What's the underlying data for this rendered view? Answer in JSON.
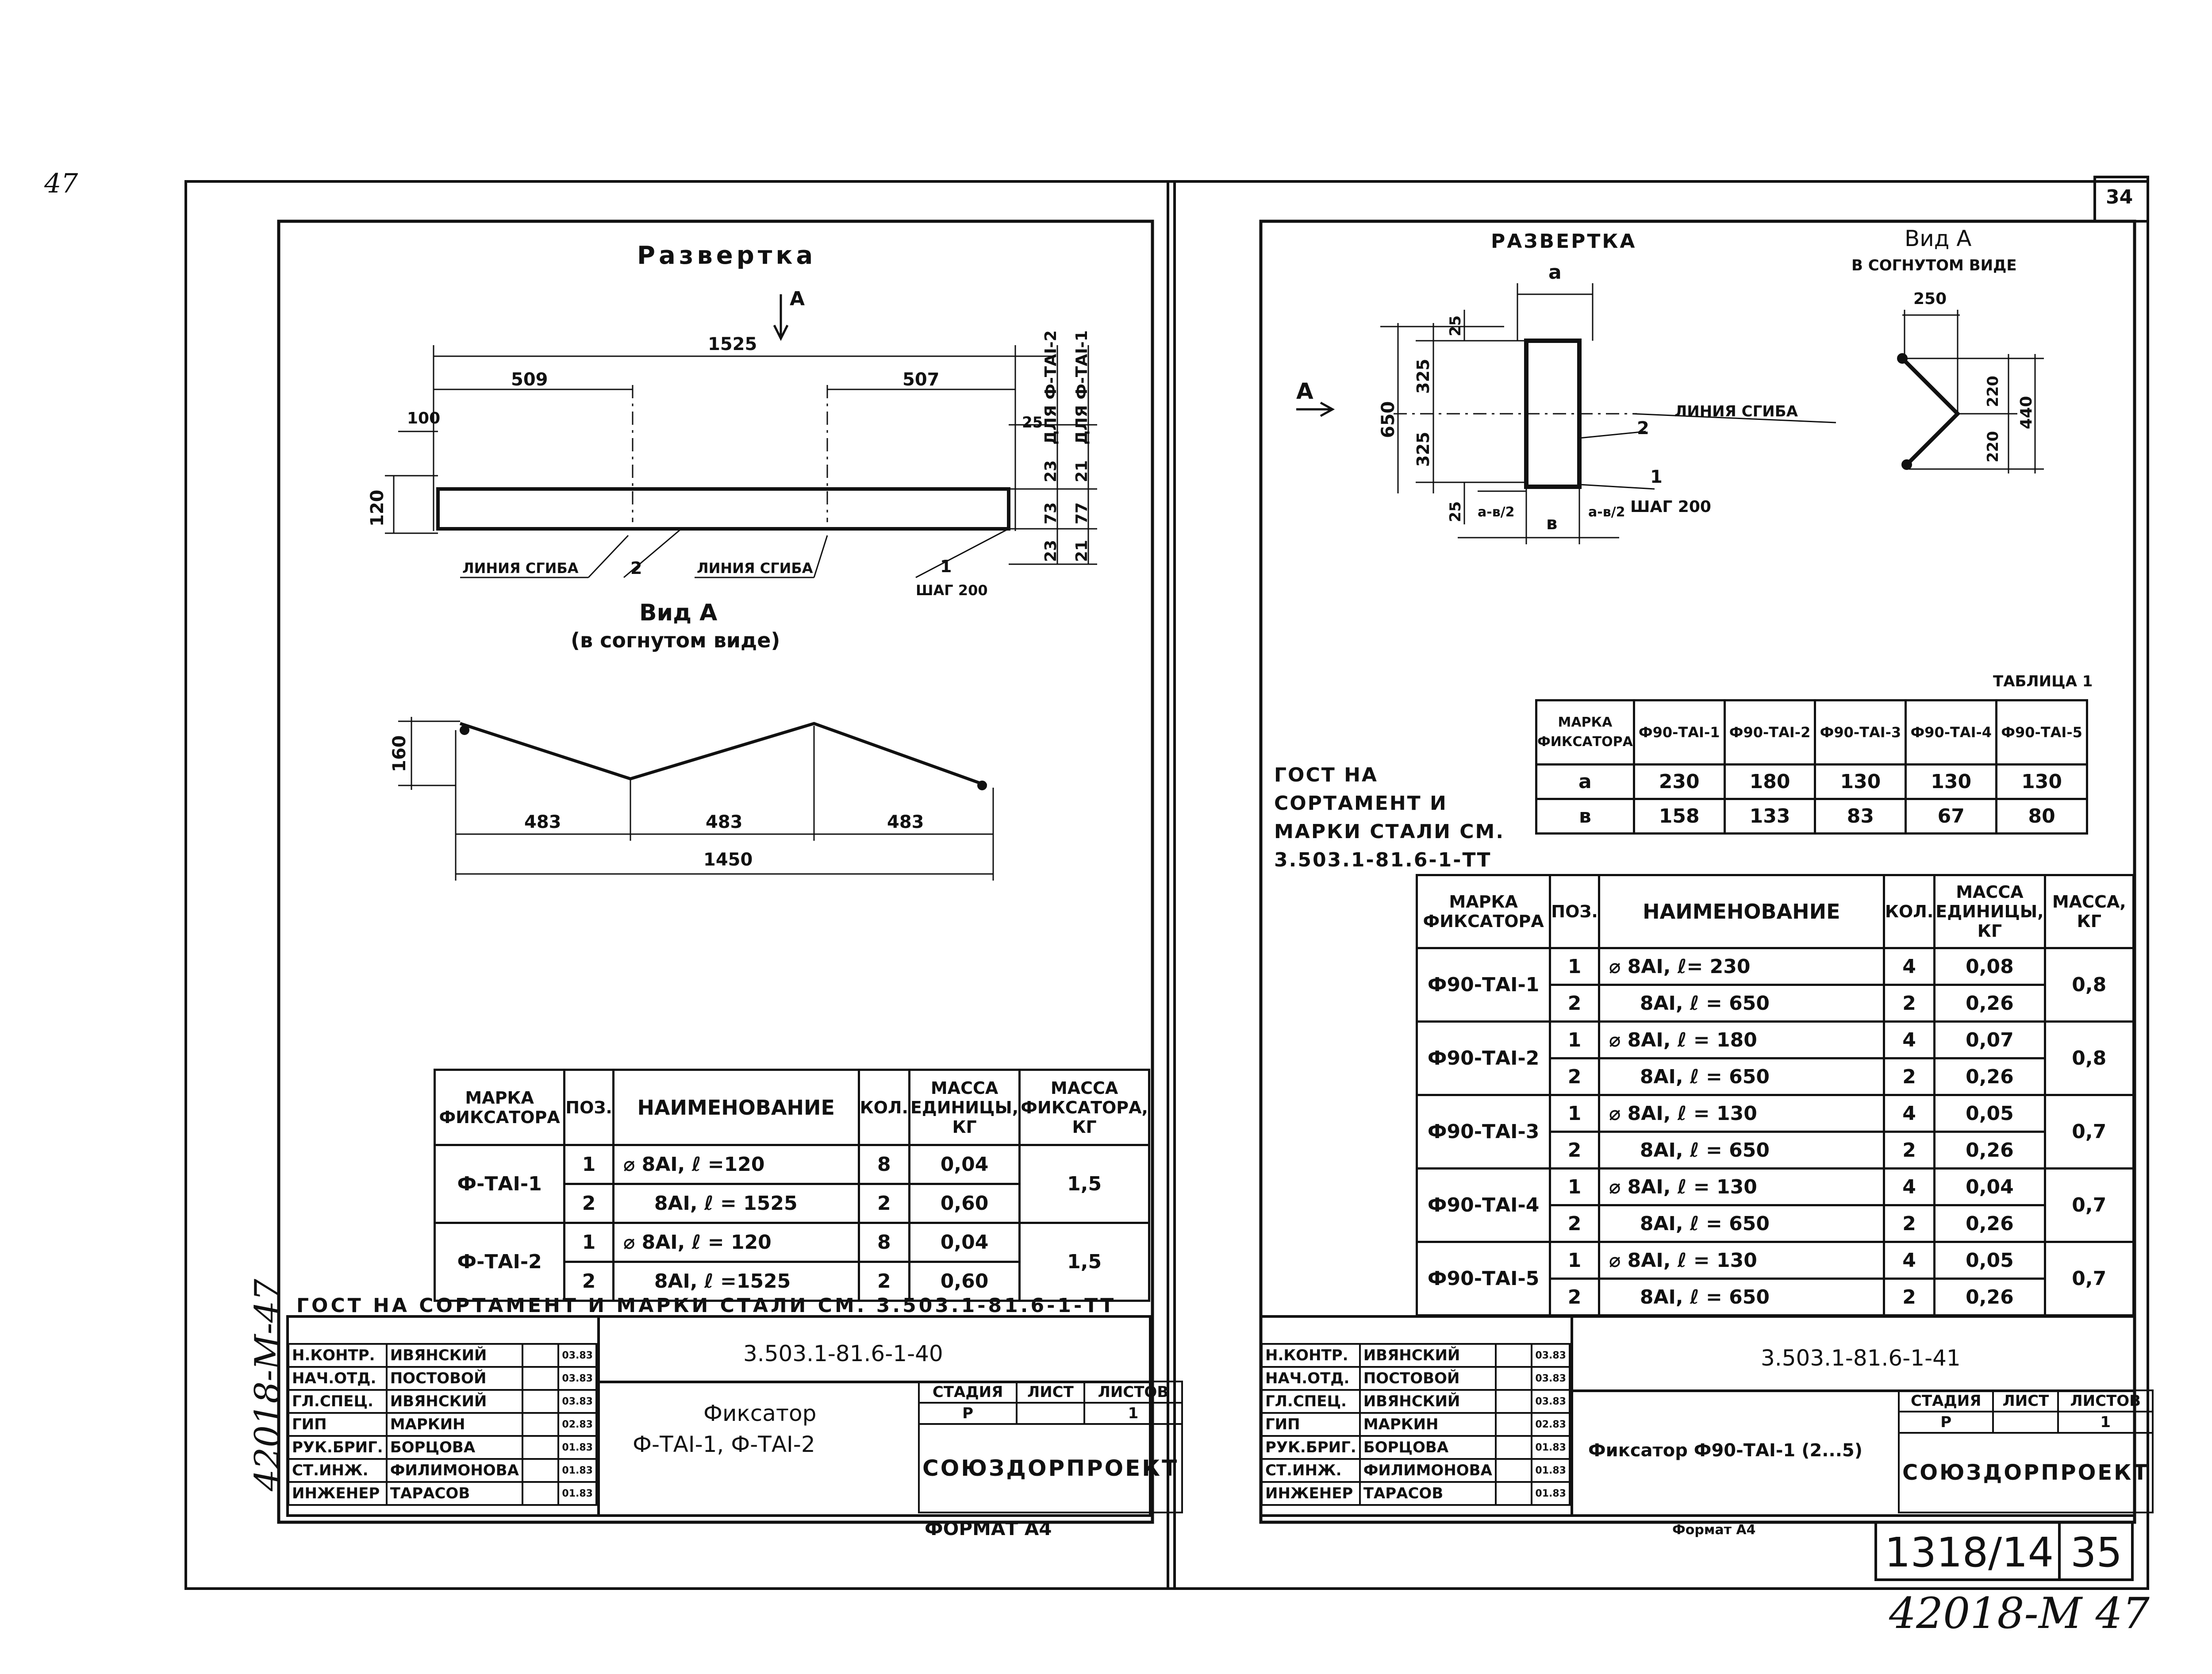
{
  "sheet_corner_note": "47",
  "left_sheet": {
    "title_razvertka": "Развертка",
    "view_marker": "А",
    "dims": {
      "total": "1525",
      "left": "509",
      "right": "507",
      "d100": "100",
      "d120": "120",
      "d25": "25",
      "d23a": "23",
      "d21a": "21",
      "d73": "73",
      "d77": "77",
      "d23b": "23",
      "d21b": "21",
      "for_ft2": "ДЛЯ Ф-ТАI-2",
      "for_ft1": "ДЛЯ Ф-ТАI-1"
    },
    "labels": {
      "bend1": "ЛИНИЯ СГИБА",
      "pos2": "2",
      "bend2": "ЛИНИЯ СГИБА",
      "pos1": "1",
      "step": "ШАГ 200"
    },
    "view_title": "Вид А",
    "view_subtitle": "(в согнутом виде)",
    "bent_dims": {
      "h160": "160",
      "s1": "483",
      "s2": "483",
      "s3": "483",
      "total": "1450"
    },
    "table_header": [
      "МАРКА ФИКСАТОРА",
      "ПОЗ.",
      "НАИМЕНОВАНИЕ",
      "КОЛ.",
      "МАССА ЕДИНИЦЫ, КГ",
      "МАССА ФИКСАТОРА, КГ"
    ],
    "table_rows": [
      {
        "mark": "Ф-ТАI-1",
        "pos": "1",
        "name": "⌀ 8АI, ℓ =120",
        "qty": "8",
        "unit": "0,04",
        "mass": "1,5"
      },
      {
        "pos": "2",
        "name": "8АI, ℓ = 1525",
        "qty": "2",
        "unit": "0,60"
      },
      {
        "mark": "Ф-ТАI-2",
        "pos": "1",
        "name": "⌀ 8АI, ℓ = 120",
        "qty": "8",
        "unit": "0,04",
        "mass": "1,5"
      },
      {
        "pos": "2",
        "name": "8АI, ℓ =1525",
        "qty": "2",
        "unit": "0,60"
      }
    ],
    "gost_note": "ГОСТ НА СОРТАМЕНТ И МАРКИ СТАЛИ СМ. 3.503.1-81.6-1-ТТ",
    "stamp": {
      "code": "3.503.1-81.6-1-40",
      "roles": [
        "Н.КОНТР.",
        "НАЧ.ОТД.",
        "ГЛ.СПЕЦ.",
        "ГИП",
        "РУК.БРИГ.",
        "СТ.ИНЖ.",
        "ИНЖЕНЕР"
      ],
      "names": [
        "ИВЯНСКИЙ",
        "ПОСТОВОЙ",
        "ИВЯНСКИЙ",
        "МАРКИН",
        "БОРЦОВА",
        "ФИЛИМОНОВА",
        "ТАРАСОВ"
      ],
      "dates": [
        "03.83",
        "03.83",
        "03.83",
        "02.83",
        "01.83",
        "01.83",
        "01.83"
      ],
      "title_line1": "Фиксатор",
      "title_line2": "Ф-ТАI-1, Ф-ТАI-2",
      "stage_h": "СТАДИЯ",
      "sheet_h": "ЛИСТ",
      "sheets_h": "ЛИСТОВ",
      "stage": "Р",
      "sheet": "",
      "sheets": "1",
      "org": "СОЮЗДОРПРОЕКТ"
    },
    "format": "ФОРМАТ А4",
    "side_stamp": "42018-М-47"
  },
  "right_sheet": {
    "sheet_number": "34",
    "title_razvertka": "РАЗВЕРТКА",
    "view_title": "Вид А",
    "view_subtitle": "В СОГНУТОМ ВИДЕ",
    "dims": {
      "a": "а",
      "d25t": "25",
      "d325a": "325",
      "d325b": "325",
      "d650": "650",
      "d25b": "25",
      "ab2l": "а-в/2",
      "b": "в",
      "ab2r": "а-в/2",
      "view_A": "А",
      "d250": "250",
      "d220a": "220",
      "d220b": "220",
      "d440": "440"
    },
    "labels": {
      "bend": "ЛИНИЯ СГИБА",
      "pos2": "2",
      "pos1": "1",
      "step": "ШАГ 200"
    },
    "gost_note": "ГОСТ НА СОРТАМЕНТ И МАРКИ СТАЛИ СМ. 3.503.1-81.6-1-ТТ",
    "table1_caption": "ТАБЛИЦА 1",
    "table1_header": [
      "МАРКА ФИКСАТОРА",
      "Ф90-ТАI-1",
      "Ф90-ТАI-2",
      "Ф90-ТАI-3",
      "Ф90-ТАI-4",
      "Ф90-ТАI-5"
    ],
    "table1_rows": [
      {
        "label": "а",
        "values": [
          "230",
          "180",
          "130",
          "130",
          "130"
        ]
      },
      {
        "label": "в",
        "values": [
          "158",
          "133",
          "83",
          "67",
          "80"
        ]
      }
    ],
    "table_header": [
      "МАРКА ФИКСАТОРА",
      "ПОЗ.",
      "НАИМЕНОВАНИЕ",
      "КОЛ.",
      "МАССА ЕДИНИЦЫ, КГ",
      "МАССА, КГ"
    ],
    "table_rows": [
      {
        "mark": "Ф90-ТАI-1",
        "pos": "1",
        "name": "⌀ 8АI, ℓ= 230",
        "qty": "4",
        "unit": "0,08",
        "mass": "0,8"
      },
      {
        "pos": "2",
        "name": "8АI, ℓ = 650",
        "qty": "2",
        "unit": "0,26"
      },
      {
        "mark": "Ф90-ТАI-2",
        "pos": "1",
        "name": "⌀ 8АI, ℓ = 180",
        "qty": "4",
        "unit": "0,07",
        "mass": "0,8"
      },
      {
        "pos": "2",
        "name": "8АI, ℓ = 650",
        "qty": "2",
        "unit": "0,26"
      },
      {
        "mark": "Ф90-ТАI-3",
        "pos": "1",
        "name": "⌀ 8АI, ℓ = 130",
        "qty": "4",
        "unit": "0,05",
        "mass": "0,7"
      },
      {
        "pos": "2",
        "name": "8АI, ℓ = 650",
        "qty": "2",
        "unit": "0,26"
      },
      {
        "mark": "Ф90-ТАI-4",
        "pos": "1",
        "name": "⌀ 8АI, ℓ = 130",
        "qty": "4",
        "unit": "0,04",
        "mass": "0,7"
      },
      {
        "pos": "2",
        "name": "8АI, ℓ = 650",
        "qty": "2",
        "unit": "0,26"
      },
      {
        "mark": "Ф90-ТАI-5",
        "pos": "1",
        "name": "⌀ 8АI, ℓ = 130",
        "qty": "4",
        "unit": "0,05",
        "mass": "0,7"
      },
      {
        "pos": "2",
        "name": "8АI, ℓ = 650",
        "qty": "2",
        "unit": "0,26"
      }
    ],
    "stamp": {
      "code": "3.503.1-81.6-1-41",
      "roles": [
        "Н.КОНТР.",
        "НАЧ.ОТД.",
        "ГЛ.СПЕЦ.",
        "ГИП",
        "РУК.БРИГ.",
        "СТ.ИНЖ.",
        "ИНЖЕНЕР"
      ],
      "names": [
        "ИВЯНСКИЙ",
        "ПОСТОВОЙ",
        "ИВЯНСКИЙ",
        "МАРКИН",
        "БОРЦОВА",
        "ФИЛИМОНОВА",
        "ТАРАСОВ"
      ],
      "dates": [
        "03.83",
        "03.83",
        "03.83",
        "02.83",
        "01.83",
        "01.83",
        "01.83"
      ],
      "title": "Фиксатор Ф90-ТАI-1 (2...5)",
      "stage_h": "СТАДИЯ",
      "sheet_h": "ЛИСТ",
      "sheets_h": "ЛИСТОВ",
      "stage": "Р",
      "sheet": "",
      "sheets": "1",
      "org": "СОЮЗДОРПРОЕКТ"
    },
    "format": "Формат А4",
    "album_number": "1318/14",
    "page_number": "35",
    "hand_code": "42018-М 47"
  }
}
